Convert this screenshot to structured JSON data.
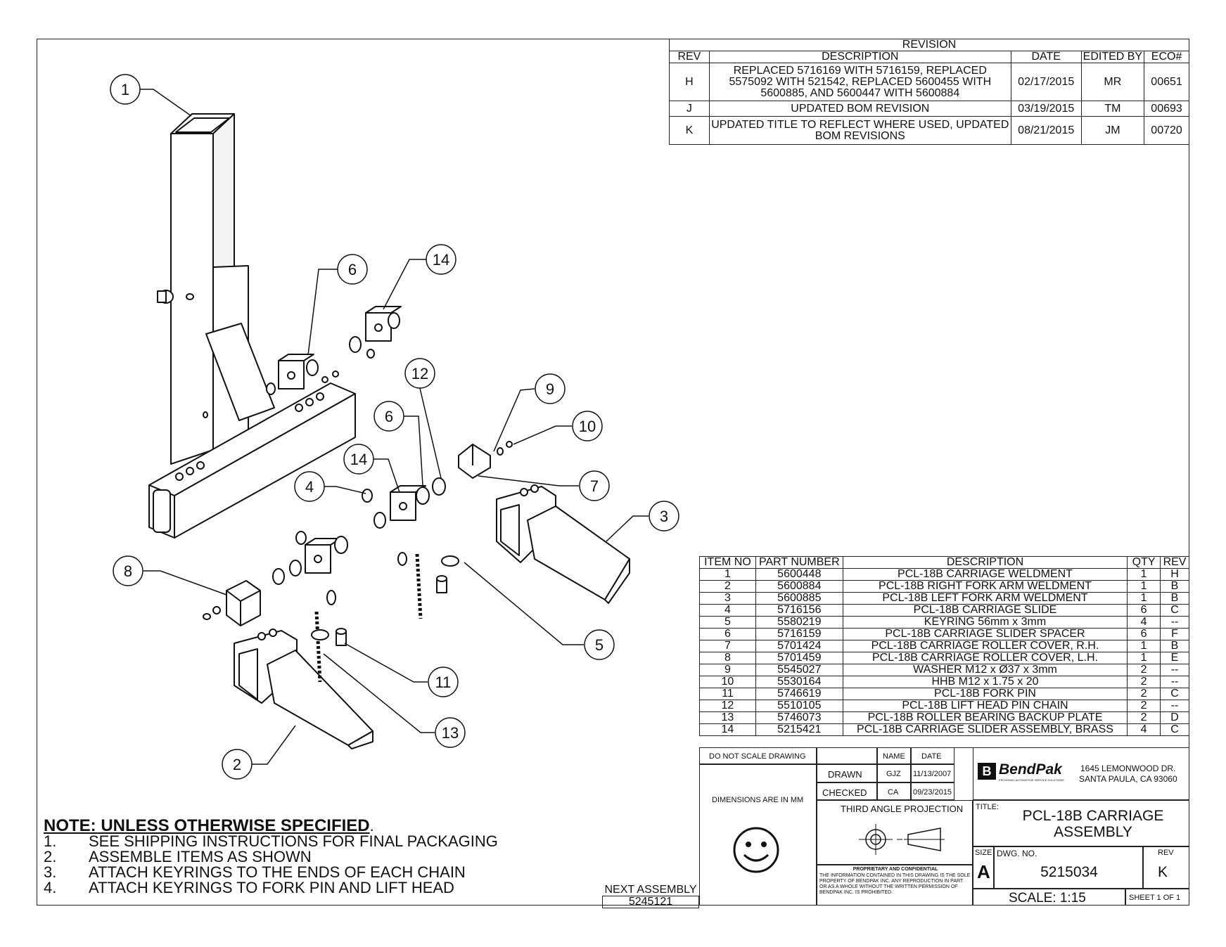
{
  "revision": {
    "title": "REVISION",
    "headers": [
      "REV",
      "DESCRIPTION",
      "DATE",
      "EDITED BY",
      "ECO#"
    ],
    "rows": [
      {
        "rev": "H",
        "desc": "REPLACED 5716169 WITH 5716159, REPLACED 5575092 WITH 521542, REPLACED 5600455 WITH 5600885, AND 5600447 WITH 5600884",
        "date": "02/17/2015",
        "by": "MR",
        "eco": "00651"
      },
      {
        "rev": "J",
        "desc": "UPDATED BOM REVISION",
        "date": "03/19/2015",
        "by": "TM",
        "eco": "00693"
      },
      {
        "rev": "K",
        "desc": "UPDATED TITLE TO REFLECT WHERE USED, UPDATED BOM REVISIONS",
        "date": "08/21/2015",
        "by": "JM",
        "eco": "00720"
      }
    ]
  },
  "bom": {
    "headers": [
      "ITEM NO",
      "PART NUMBER",
      "DESCRIPTION",
      "QTY",
      "REV"
    ],
    "rows": [
      [
        "1",
        "5600448",
        "PCL-18B CARRIAGE WELDMENT",
        "1",
        "H"
      ],
      [
        "2",
        "5600884",
        "PCL-18B RIGHT FORK ARM WELDMENT",
        "1",
        "B"
      ],
      [
        "3",
        "5600885",
        "PCL-18B LEFT FORK ARM WELDMENT",
        "1",
        "B"
      ],
      [
        "4",
        "5716156",
        "PCL-18B CARRIAGE SLIDE",
        "6",
        "C"
      ],
      [
        "5",
        "5580219",
        "KEYRING 56mm x 3mm",
        "4",
        "--"
      ],
      [
        "6",
        "5716159",
        "PCL-18B CARRIAGE SLIDER SPACER",
        "6",
        "F"
      ],
      [
        "7",
        "5701424",
        "PCL-18B CARRIAGE ROLLER COVER, R.H.",
        "1",
        "B"
      ],
      [
        "8",
        "5701459",
        "PCL-18B CARRIAGE ROLLER COVER, L.H.",
        "1",
        "E"
      ],
      [
        "9",
        "5545027",
        "WASHER M12 x Ø37 x 3mm",
        "2",
        "--"
      ],
      [
        "10",
        "5530164",
        "HHB M12 x 1.75 x 20",
        "2",
        "--"
      ],
      [
        "11",
        "5746619",
        "PCL-18B FORK PIN",
        "2",
        "C"
      ],
      [
        "12",
        "5510105",
        "PCL-18B LIFT HEAD PIN CHAIN",
        "2",
        "--"
      ],
      [
        "13",
        "5746073",
        "PCL-18B ROLLER BEARING BACKUP PLATE",
        "2",
        "D"
      ],
      [
        "14",
        "5215421",
        "PCL-18B CARRIAGE SLIDER ASSEMBLY, BRASS",
        "4",
        "C"
      ]
    ]
  },
  "title_block": {
    "do_not_scale": "DO NOT SCALE DRAWING",
    "dimensions": "DIMENSIONS ARE IN MM",
    "name_label": "NAME",
    "date_label": "DATE",
    "drawn_label": "DRAWN",
    "drawn_name": "GJZ",
    "drawn_date": "11/13/2007",
    "checked_label": "CHECKED",
    "checked_name": "CA",
    "checked_date": "09/23/2015",
    "projection": "THIRD ANGLE PROJECTION",
    "proprietary_title": "PROPRIETARY AND CONFIDENTIAL",
    "proprietary_text": "THE INFORMATION CONTAINED IN THIS DRAWING IS THE SOLE PROPERTY OF BENDPAK INC. ANY REPRODUCTION IN PART OR AS A WHOLE WITHOUT THE WRITTEN PERMISSION OF BENDPAK INC. IS PROHIBITED.",
    "company": "BendPak",
    "tagline": "PROVIDING AUTOMOTIVE SERVICE SOLUTIONS",
    "address1": "1645 LEMONWOOD DR.",
    "address2": "SANTA PAULA, CA 93060",
    "title_label": "TITLE:",
    "title_line1": "PCL-18B CARRIAGE",
    "title_line2": "ASSEMBLY",
    "size_label": "SIZE",
    "size": "A",
    "dwg_label": "DWG. NO.",
    "dwg_no": "5215034",
    "rev_label": "REV",
    "rev": "K",
    "scale": "SCALE: 1:15",
    "sheet": "SHEET 1 OF 1"
  },
  "next_assembly": {
    "label": "NEXT ASSEMBLY",
    "value": "5245121"
  },
  "notes": {
    "title": "NOTE: UNLESS OTHERWISE SPECIFIED",
    "items": [
      {
        "num": "1.",
        "text": "SEE SHIPPING INSTRUCTIONS FOR FINAL PACKAGING"
      },
      {
        "num": "2.",
        "text": "ASSEMBLE ITEMS AS SHOWN"
      },
      {
        "num": "3.",
        "text": "ATTACH KEYRINGS TO THE ENDS OF EACH CHAIN"
      },
      {
        "num": "4.",
        "text": "ATTACH KEYRINGS TO FORK PIN AND LIFT HEAD"
      }
    ]
  },
  "balloons": [
    "1",
    "2",
    "3",
    "4",
    "5",
    "6",
    "6",
    "7",
    "8",
    "9",
    "10",
    "11",
    "12",
    "13",
    "14",
    "14"
  ]
}
